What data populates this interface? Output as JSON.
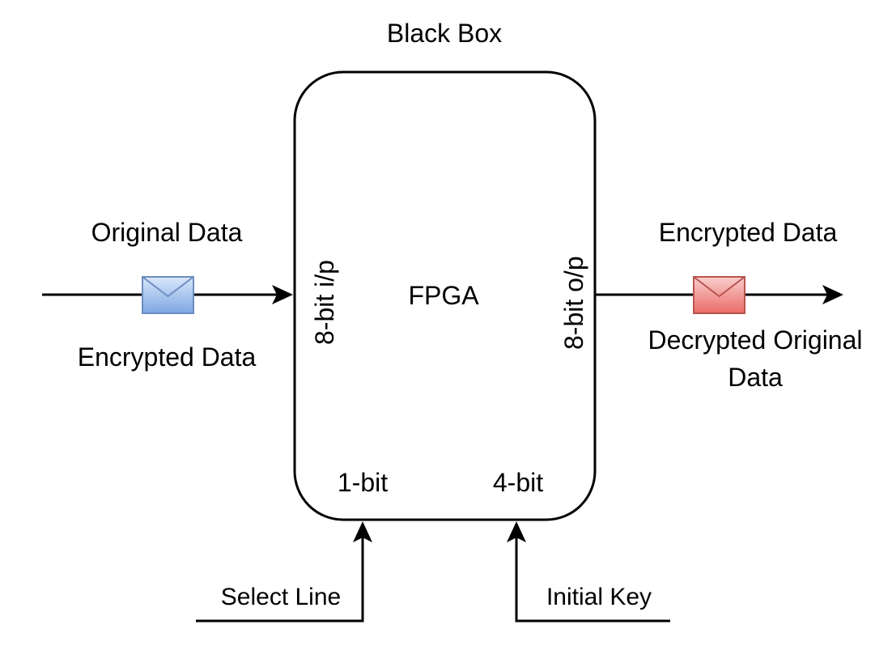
{
  "diagram": {
    "container_title": "Black Box",
    "block_label": "FPGA",
    "ports": {
      "input": "8-bit i/p",
      "output": "8-bit o/p",
      "select": "1-bit",
      "key": "4-bit"
    },
    "left_side": {
      "top_label": "Original Data",
      "bottom_label": "Encrypted Data",
      "message_icon": "envelope-icon",
      "message_color": "#7ea6e0"
    },
    "right_side": {
      "top_label": "Encrypted Data",
      "bottom_label_line1": "Decrypted Original",
      "bottom_label_line2": "Data",
      "message_icon": "envelope-icon",
      "message_color": "#ea6b66"
    },
    "bottom_inputs": {
      "select_label": "Select Line",
      "key_label": "Initial Key"
    }
  }
}
